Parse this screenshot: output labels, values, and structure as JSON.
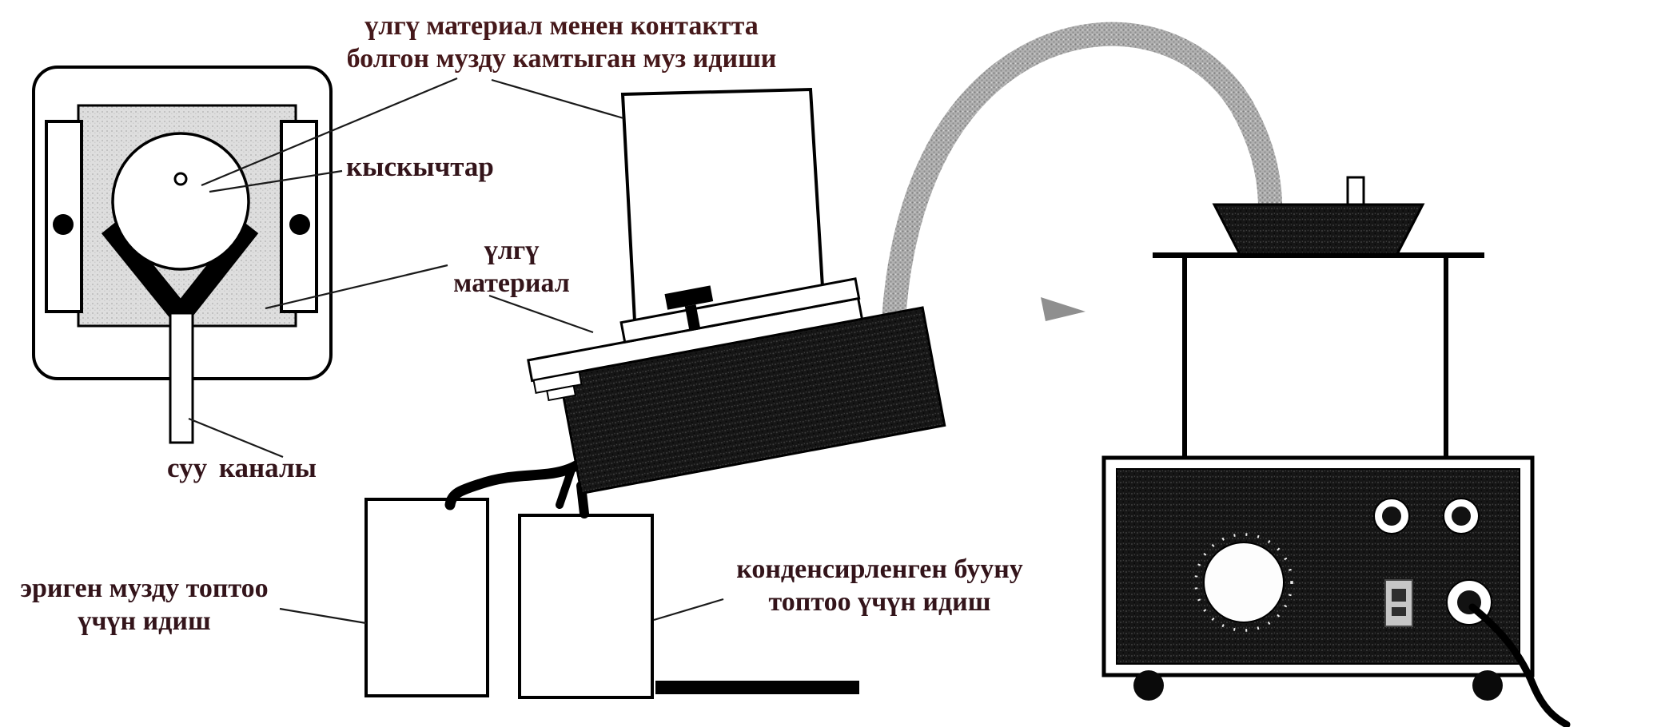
{
  "figure": {
    "type": "laboratory-apparatus-diagram",
    "background_color": "#ffffff",
    "ink_color": "#000000",
    "label_color": "#33141a",
    "title_label_color": "#45181a",
    "labels": {
      "ice_vessel": "үлгү материал менен контактта\nболгон музду камтыган муз идиши",
      "clamps": "кыскычтар",
      "sample_material": "үлгү\nматериал",
      "water_channel": "суу каналы",
      "melted_ice_container": "эриген музду топтоо\nүчүн идиш",
      "condensed_vapor_container": "конденсирленген бууну\nтоптоо үчүн идиш"
    }
  }
}
